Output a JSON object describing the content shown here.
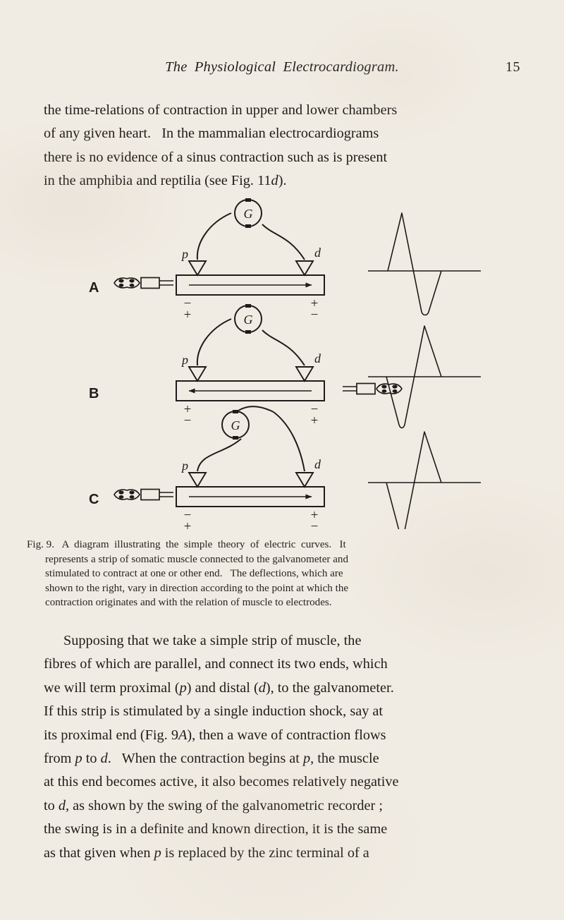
{
  "page": {
    "folio": "15",
    "running_head": "The Physiological Electrocardiogram.",
    "background_color": "#f1ece3",
    "ink_color": "#1e1c1a"
  },
  "paragraph_top": {
    "lines": [
      "the time-relations of contraction in upper and lower chambers",
      "of any given heart.   In the mammalian electrocardiograms",
      "there is no evidence of a sinus contraction such as is present",
      "in the amphibia and reptilia (see Fig. 11d)."
    ]
  },
  "figure": {
    "number_label": "Fig. 9.",
    "panels": [
      {
        "letter": "A",
        "stimulator_side": "left",
        "arrow_direction": "right",
        "electrode_left_label": "p",
        "electrode_right_label": "d",
        "galvanometer_label": "G",
        "sign_left_top": "−",
        "sign_left_bottom": "+",
        "sign_right_top": "+",
        "sign_right_bottom": "−",
        "wires_crossed": false
      },
      {
        "letter": "B",
        "stimulator_side": "right",
        "arrow_direction": "left",
        "electrode_left_label": "p",
        "electrode_right_label": "d",
        "galvanometer_label": "G",
        "sign_left_top": "+",
        "sign_left_bottom": "−",
        "sign_right_top": "−",
        "sign_right_bottom": "+",
        "wires_crossed": false
      },
      {
        "letter": "C",
        "stimulator_side": "left",
        "arrow_direction": "right",
        "electrode_left_label": "p",
        "electrode_right_label": "d",
        "galvanometer_label": "G",
        "sign_left_top": "−",
        "sign_left_bottom": "+",
        "sign_right_top": "+",
        "sign_right_bottom": "−",
        "wires_crossed": true
      }
    ],
    "curves": [
      {
        "for_panel": "A",
        "shape": "up-then-down",
        "description": "diphasic deflection, upward peak followed by downward trough"
      },
      {
        "for_panel": "B",
        "shape": "down-then-up",
        "description": "diphasic deflection, downward trough followed by upward peak"
      },
      {
        "for_panel": "C",
        "shape": "down-then-up",
        "description": "diphasic deflection, downward trough followed by upward peak"
      }
    ]
  },
  "caption": {
    "lines": [
      "Fig. 9.   A  diagram  illustrating  the  simple  theory  of  electric  curves.   It",
      "represents a strip of somatic muscle connected to the galvanometer and",
      "stimulated to contract at one or other end.   The deflections, which are",
      "shown to the right, vary in direction according to the point at which the",
      "contraction originates and with the relation of muscle to electrodes."
    ]
  },
  "paragraph_bottom": {
    "lines": [
      "Supposing that we take a simple strip of muscle, the",
      "fibres of which are parallel, and connect its two ends, which",
      "we will term proximal (p) and distal (d), to the galvanometer.",
      "If this strip is stimulated by a single induction shock, say at",
      "its proximal end (Fig. 9A), then a wave of contraction flows",
      "from p to d.   When the contraction begins at p, the muscle",
      "at this end becomes active, it also becomes relatively negative",
      "to d, as shown by the swing of the galvanometric recorder ;",
      "the swing is in a definite and known direction, it is the same",
      "as that given when p is replaced by the zinc terminal of a"
    ]
  }
}
